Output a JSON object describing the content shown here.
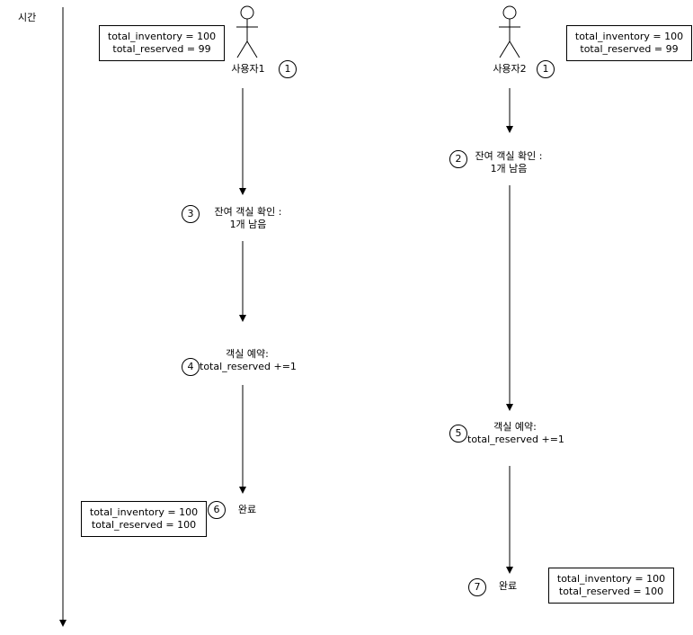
{
  "time_axis": {
    "label": "시간"
  },
  "user1": {
    "name": "사용자1",
    "start_box": {
      "line1": "total_inventory = 100",
      "line2": "total_reserved = 99"
    },
    "steps": {
      "s1": {
        "num": "1"
      },
      "s3": {
        "num": "3",
        "line1": "잔여 객실 확인 :",
        "line2": "1개 남음"
      },
      "s4": {
        "num": "4",
        "line1": "객실 예약:",
        "line2": "total_reserved +=1"
      },
      "s6": {
        "num": "6",
        "label": "완료"
      }
    },
    "end_box": {
      "line1": "total_inventory = 100",
      "line2": "total_reserved = 100"
    }
  },
  "user2": {
    "name": "사용자2",
    "start_box": {
      "line1": "total_inventory = 100",
      "line2": "total_reserved = 99"
    },
    "steps": {
      "s1": {
        "num": "1"
      },
      "s2": {
        "num": "2",
        "line1": "잔여 객실 확인 :",
        "line2": "1개 남음"
      },
      "s5": {
        "num": "5",
        "line1": "객실 예약:",
        "line2": "total_reserved +=1"
      },
      "s7": {
        "num": "7",
        "label": "완료"
      }
    },
    "end_box": {
      "line1": "total_inventory = 100",
      "line2": "total_reserved = 100"
    }
  }
}
